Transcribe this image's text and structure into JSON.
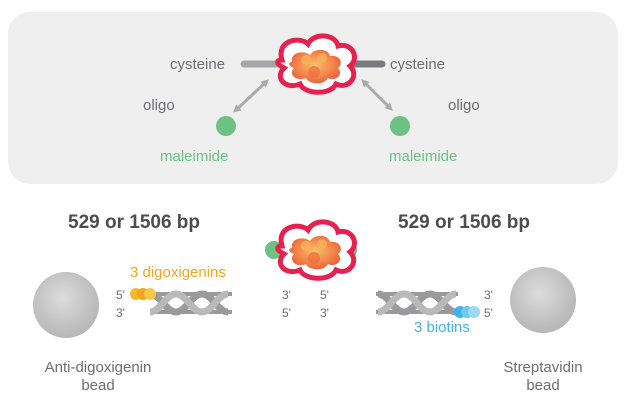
{
  "top_panel": {
    "left_cysteine": "cysteine",
    "right_cysteine": "cysteine",
    "left_oligo": "oligo",
    "right_oligo": "oligo",
    "left_maleimide": "maleimide",
    "right_maleimide": "maleimide"
  },
  "bottom_panel": {
    "left_bp": "529 or 1506 bp",
    "right_bp": "529 or 1506 bp",
    "digoxigenins": "3 digoxigenins",
    "biotins": "3 biotins",
    "left_bead_line1": "Anti-digoxigenin",
    "left_bead_line2": "bead",
    "right_bead_line1": "Streptavidin",
    "right_bead_line2": "bead",
    "left_ends": {
      "top_left": "5'",
      "bottom_left": "3'",
      "top_right": "3'",
      "bottom_right": "5'"
    },
    "right_ends": {
      "top_left": "5'",
      "bottom_left": "3'",
      "top_right": "3'",
      "bottom_right": "5'"
    }
  },
  "colors": {
    "panel_bg": "#efefef",
    "protein_outline": "#e8204f",
    "protein_core": "#f47a3b",
    "maleimide_green": "#6cc183",
    "oligo_blue_dark": "#1e73be",
    "oligo_blue_light": "#3eb3e5",
    "digoxigenin_yellow": "#f6b82b",
    "bead_grey": "#c6c6c6",
    "dna_grey": "#9a9a9c"
  }
}
